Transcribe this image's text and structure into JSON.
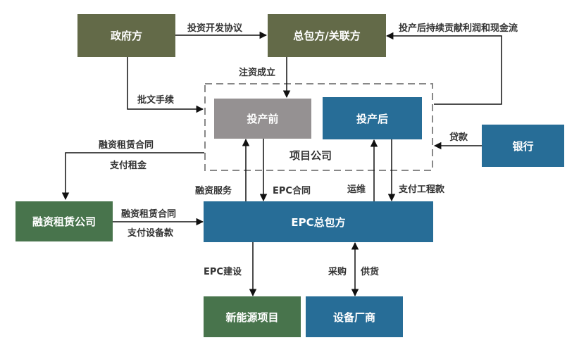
{
  "nodes": {
    "government": "政府方",
    "general_contractor": "总包方/关联方",
    "pre_production": "投产前",
    "post_production": "投产后",
    "project_company": "项目公司",
    "bank": "银行",
    "leasing_company": "融资租赁公司",
    "epc_contractor": "EPC总包方",
    "new_energy_project": "新能源项目",
    "equipment_vendor": "设备厂商"
  },
  "edges": {
    "investment_agreement": "投资开发协议",
    "post_production_profit": "投产后持续贡献利润和现金流",
    "capital_injection": "注资成立",
    "approval_procedures": "批文手续",
    "lease_contract_top": "融资租赁合同",
    "pay_rent": "支付租金",
    "loan": "贷款",
    "financing_service": "融资服务",
    "epc_contract": "EPC合同",
    "operation": "运维",
    "pay_engineering": "支付工程款",
    "lease_contract_bottom": "融资租赁合同",
    "pay_equipment": "支付设备款",
    "epc_construction": "EPC建设",
    "procurement": "采购",
    "supply": "供货"
  }
}
